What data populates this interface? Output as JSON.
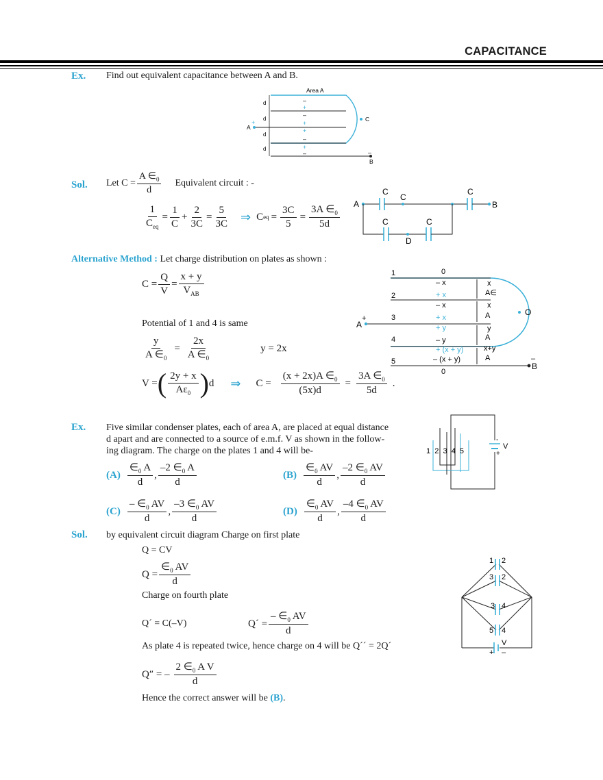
{
  "header": {
    "title": "CAPACITANCE"
  },
  "ex1": {
    "label": "Ex.",
    "question": "Find out equivalent capacitance between A and B.",
    "figure": {
      "area": "Area A",
      "d": "d",
      "A": "A",
      "B": "B",
      "C": "C",
      "plus": "+",
      "minus": "–"
    }
  },
  "sol1": {
    "label": "Sol.",
    "let": "Let  C =",
    "num_ae": "A ∈",
    "zero": "0",
    "d": "d",
    "equiv_circuit": "Equivalent circuit : -",
    "one": "1",
    "ceq": "C",
    "eq_sub": "eq",
    "eq": "=",
    "plus": "+",
    "c": "C",
    "two": "2",
    "three_c": "3C",
    "five": "5",
    "arrow": "⇒",
    "five_d": "5d",
    "three_ae": "3A ∈",
    "circuit": {
      "A": "A",
      "B": "B",
      "C": "C",
      "D": "D"
    }
  },
  "alt": {
    "title": "Alternative Method :",
    "text": "Let charge distribution on plates as shown :",
    "c_eq": "C =",
    "Q": "Q",
    "V": "V",
    "xy": "x + y",
    "V_AB": "V",
    "AB": "AB",
    "potential": "Potential of 1 and 4 is same",
    "y": "y",
    "two_x": "2x",
    "a_e": "A ∈",
    "y_eq": "y = 2x",
    "V_eq": "V =",
    "two_y_x": "2y + x",
    "a_eps": "Aε",
    "c_eq2": "C =",
    "num2": "(x + 2x)A ∈",
    "den2": "(5x)d",
    "period": ".",
    "figure": {
      "n1": "1",
      "n2": "2",
      "n3": "3",
      "n4": "4",
      "n5": "5",
      "zero": "0",
      "mx": "– x",
      "px": "+ x",
      "py": "+ y",
      "my": "– y",
      "pxy": "+ (x + y)",
      "mxy": "– (x + y)",
      "x": "x",
      "y": "y",
      "xy": "x+y",
      "A": "A",
      "Ae0": "A∈",
      "O": "O",
      "B": "B",
      "plus": "+",
      "minus": "–"
    }
  },
  "ex2": {
    "label": "Ex.",
    "q_line1": "Five similar condenser plates, each of area A, are placed at equal distance",
    "q_line2": "d  apart and are connected to a source of e.m.f. V as shown in the follow-",
    "q_line3": "ing diagram. The charge on the plates 1 and 4 will be-",
    "options": [
      {
        "label": "(A)",
        "n1": "∈",
        "n1b": " A",
        "n2": "–2 ∈",
        "n2b": " A",
        "d": "d"
      },
      {
        "label": "(B)",
        "n1": "∈",
        "n1b": " AV",
        "n2": "–2 ∈",
        "n2b": " AV",
        "d": "d"
      },
      {
        "label": "(C)",
        "n1": "– ∈",
        "n1b": " AV",
        "n2": "–3 ∈",
        "n2b": " AV",
        "d": "d"
      },
      {
        "label": "(D)",
        "n1": "∈",
        "n1b": " AV",
        "n2": "–4 ∈",
        "n2b": " AV",
        "d": "d"
      }
    ],
    "comma": ",",
    "zero": "0",
    "figure": {
      "plates": "1  2  3  4  5",
      "V": "V",
      "minus": "-",
      "plus": "+"
    }
  },
  "sol2": {
    "label": "Sol.",
    "line1": "by equivalent circuit diagram Charge on first plate",
    "qcv": "Q = CV",
    "q_eq": "Q =",
    "e0av": "∈",
    "av": " AV",
    "zero": "0",
    "d": "d",
    "charge4": "Charge on fourth plate",
    "qp": "Q´ = C(–V)",
    "qp2": "Q´ =",
    "neg_e0": "– ∈",
    "repeat": "As plate 4 is repeated twice, hence charge on 4 will be Q´´ = 2Q´",
    "qpp": "Q″ = –",
    "two_e0": "2 ∈",
    "av2": " A V",
    "final_pre": "Hence the correct answer will be",
    "final_ans": "(B)",
    "final_post": ".",
    "figure": {
      "n1": "1",
      "n2": "2",
      "n3": "3",
      "n4": "4",
      "n5": "5",
      "V": "V",
      "plus": "+",
      "minus": "–"
    }
  }
}
